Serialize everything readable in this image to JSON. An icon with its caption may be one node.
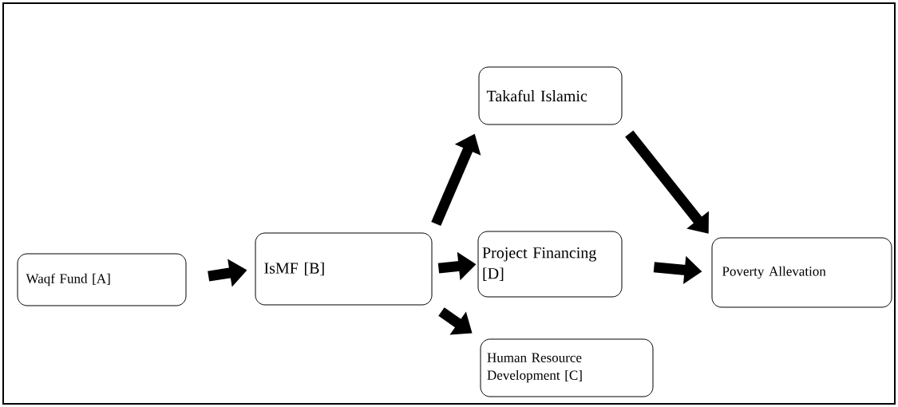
{
  "diagram": {
    "nodes": [
      {
        "text": [
          "Waqf Fund [A]"
        ]
      },
      {
        "text": [
          "IsMF [B]"
        ]
      },
      {
        "text": [
          "Takaful Islamic"
        ]
      },
      {
        "text": [
          "Project Financing [D]"
        ]
      },
      {
        "text": [
          "Human Resource Development [C]"
        ]
      },
      {
        "text": [
          "Poverty Allevation"
        ]
      }
    ],
    "edges": [
      {
        "from": 0,
        "to": 1,
        "arrow": "to"
      },
      {
        "from": 1,
        "to": 2,
        "arrow": "to"
      },
      {
        "from": 1,
        "to": 3,
        "arrow": "to"
      },
      {
        "from": 1,
        "to": 4,
        "arrow": "to"
      },
      {
        "from": 2,
        "to": 5,
        "arrow": "to"
      },
      {
        "from": 3,
        "to": 5,
        "arrow": "to"
      }
    ]
  }
}
